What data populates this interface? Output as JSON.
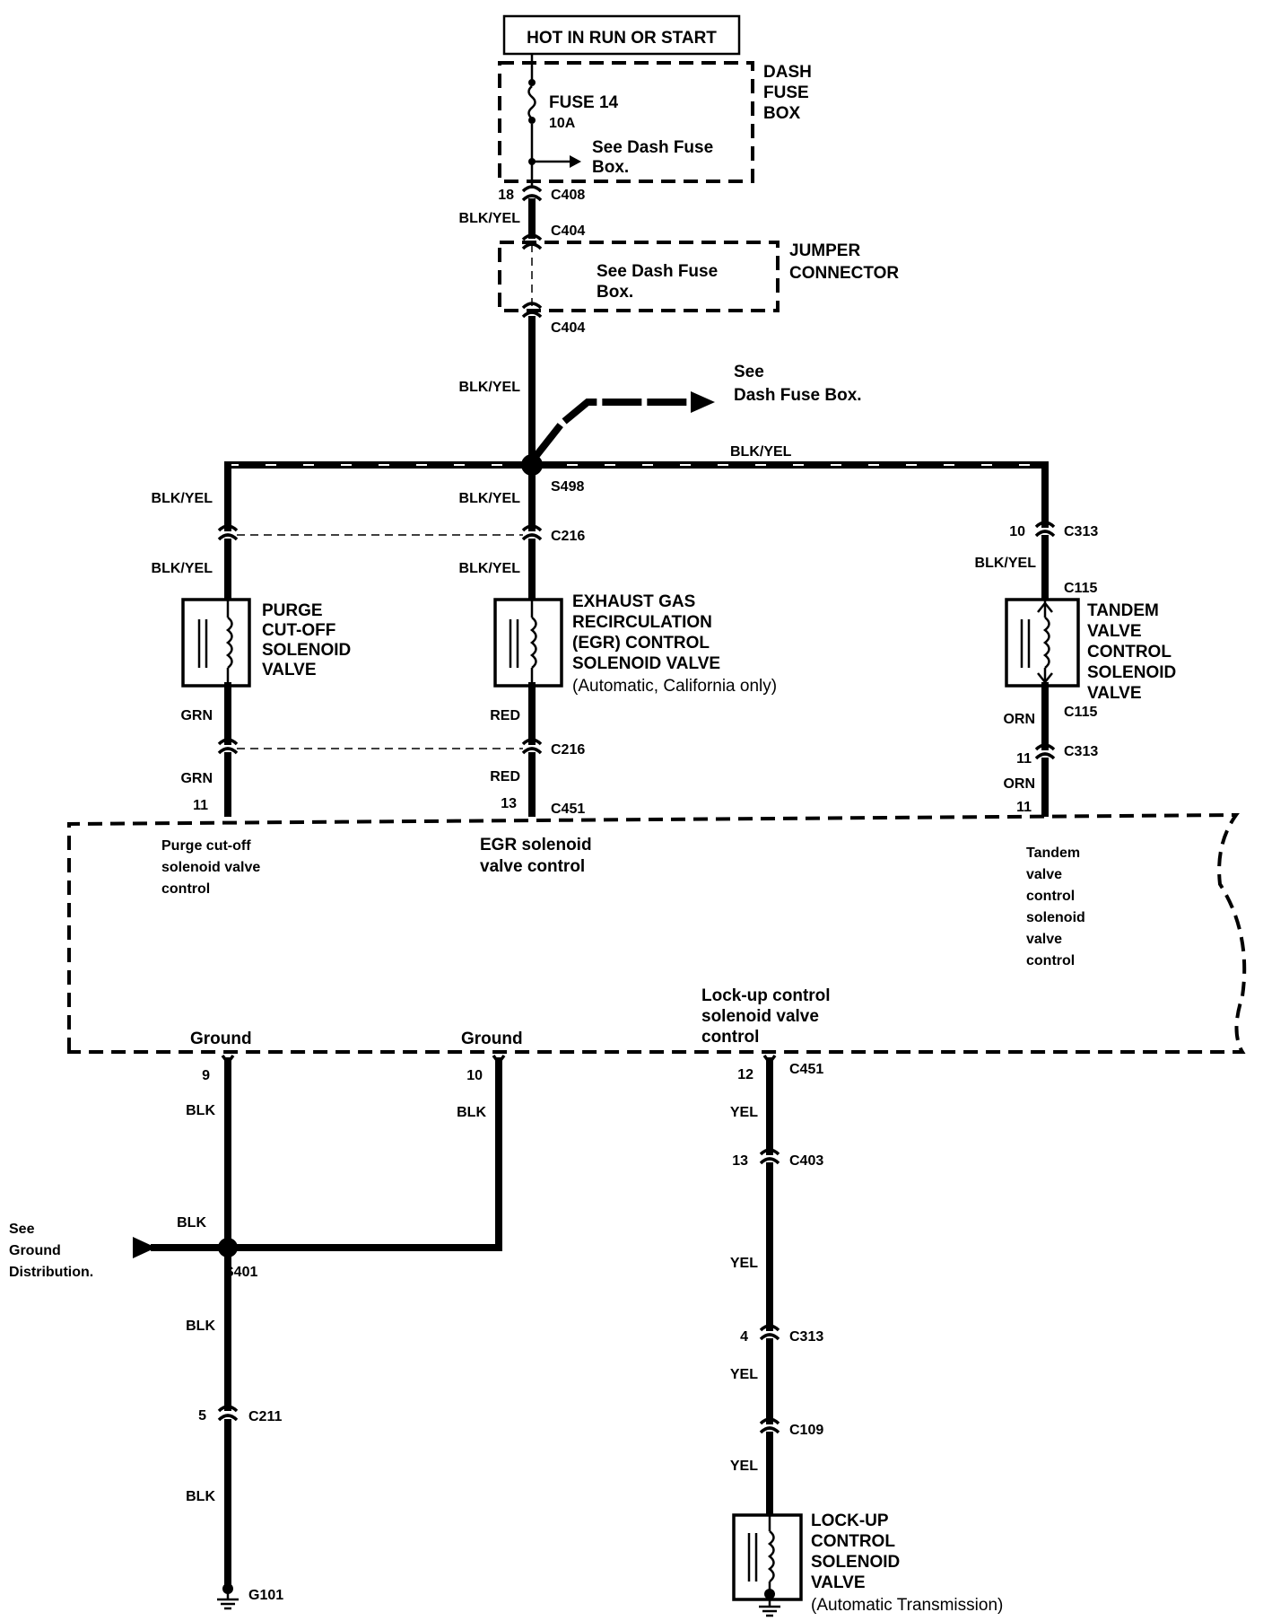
{
  "power_source": "HOT IN RUN OR START",
  "dash_fuse_box": {
    "label_line1": "DASH",
    "label_line2": "FUSE",
    "label_line3": "BOX",
    "fuse_name": "FUSE 14",
    "fuse_rating": "10A",
    "see_line1": "See Dash Fuse",
    "see_line2": "Box."
  },
  "jumper_connector": {
    "label_line1": "JUMPER",
    "label_line2": "CONNECTOR",
    "see_line1": "See Dash Fuse",
    "see_line2": "Box."
  },
  "feed": {
    "pin_c408": "18",
    "c408": "C408",
    "c404_top": "C404",
    "c404_bottom": "C404",
    "wire_upper": "BLK/YEL",
    "wire_lower": "BLK/YEL",
    "see_line1": "See",
    "see_line2": "Dash Fuse Box.",
    "splice": "S498",
    "wire_right_bus": "BLK/YEL"
  },
  "purge_valve": {
    "wire_top1": "BLK/YEL",
    "wire_top2": "BLK/YEL",
    "name_line1": "PURGE",
    "name_line2": "CUT-OFF",
    "name_line3": "SOLENOID",
    "name_line4": "VALVE",
    "wire_bot1": "GRN",
    "wire_bot2": "GRN",
    "pin": "11"
  },
  "egr_valve": {
    "wire_top1": "BLK/YEL",
    "c216_top": "C216",
    "wire_top2": "BLK/YEL",
    "name_line1": "EXHAUST GAS",
    "name_line2": "RECIRCULATION",
    "name_line3": "(EGR) CONTROL",
    "name_line4": "SOLENOID VALVE",
    "note": "(Automatic, California only)",
    "wire_bot1": "RED",
    "c216_bot": "C216",
    "wire_bot2": "RED",
    "pin": "13",
    "c451": "C451"
  },
  "tandem_valve": {
    "pin_top": "10",
    "c313_top": "C313",
    "wire_top": "BLK/YEL",
    "c115_top": "C115",
    "name_line1": "TANDEM",
    "name_line2": "VALVE",
    "name_line3": "CONTROL",
    "name_line4": "SOLENOID",
    "name_line5": "VALVE",
    "wire_bot1": "ORN",
    "c115_bot": "C115",
    "pin_mid": "11",
    "c313_bot": "C313",
    "wire_bot2": "ORN",
    "pin": "11"
  },
  "ecm": {
    "purge_line1": "Purge cut-off",
    "purge_line2": "solenoid valve",
    "purge_line3": "control",
    "egr_line1": "EGR solenoid",
    "egr_line2": "valve control",
    "tandem_line1": "Tandem",
    "tandem_line2": "valve",
    "tandem_line3": "control",
    "tandem_line4": "solenoid",
    "tandem_line5": "valve",
    "tandem_line6": "control",
    "lockup_line1": "Lock-up control",
    "lockup_line2": "solenoid valve",
    "lockup_line3": "control",
    "ground1": "Ground",
    "ground2": "Ground"
  },
  "ground_circuit": {
    "pin9": "9",
    "wire1": "BLK",
    "pin10": "10",
    "wire2": "BLK",
    "wire_left": "BLK",
    "see_line1": "See",
    "see_line2": "Ground",
    "see_line3": "Distribution.",
    "splice": "S401",
    "wire3": "BLK",
    "pin5": "5",
    "c211": "C211",
    "wire4": "BLK",
    "ground": "G101"
  },
  "lockup_circuit": {
    "pin12": "12",
    "c451": "C451",
    "wire1": "YEL",
    "pin13": "13",
    "c403": "C403",
    "wire2": "YEL",
    "pin4": "4",
    "c313": "C313",
    "wire3": "YEL",
    "c109": "C109",
    "wire4": "YEL",
    "name_line1": "LOCK-UP",
    "name_line2": "CONTROL",
    "name_line3": "SOLENOID",
    "name_line4": "VALVE",
    "note": "(Automatic Transmission)"
  }
}
